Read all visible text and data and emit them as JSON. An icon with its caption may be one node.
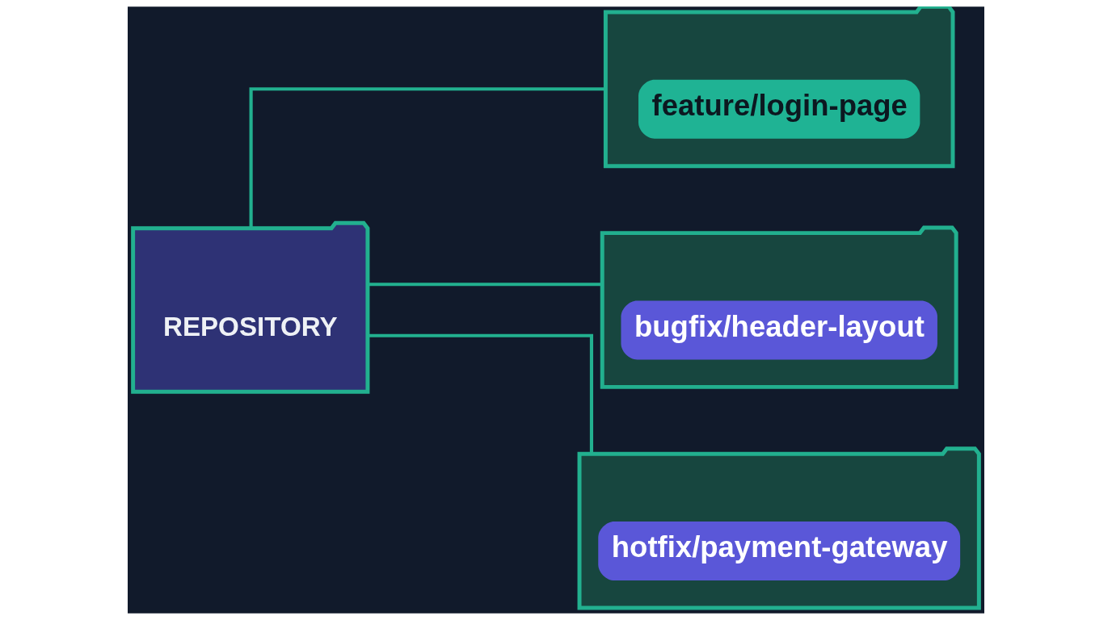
{
  "diagram": {
    "nodes": [
      {
        "text": [
          "REPOSITORY"
        ]
      },
      {
        "text": [
          "feature/login-page"
        ]
      },
      {
        "text": [
          "bugfix/header-layout"
        ]
      },
      {
        "text": [
          "hotfix/payment-gateway"
        ]
      }
    ],
    "edges": [
      {
        "from": 0,
        "to": 1,
        "arrow": "none"
      },
      {
        "from": 0,
        "to": 2,
        "arrow": "none"
      },
      {
        "from": 0,
        "to": 3,
        "arrow": "none"
      }
    ]
  }
}
